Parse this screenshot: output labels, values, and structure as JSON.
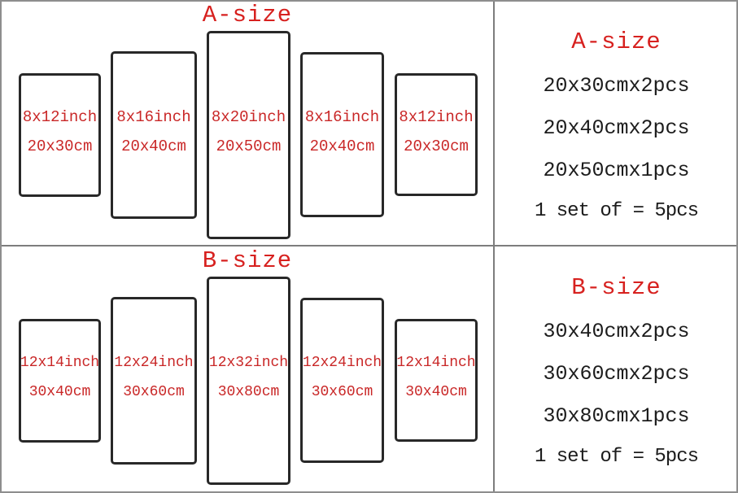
{
  "colors": {
    "title_red": "#d7211f",
    "panel_text_red": "#c92727",
    "summary_text_black": "#1c1c1c",
    "panel_border": "#282828",
    "divider_gray": "#7d7d7d",
    "outer_border_gray": "#8e8e8e"
  },
  "sections": [
    {
      "title": "A-size",
      "panels": [
        {
          "inch": "8x12inch",
          "cm": "20x30cm"
        },
        {
          "inch": "8x16inch",
          "cm": "20x40cm"
        },
        {
          "inch": "8x20inch",
          "cm": "20x50cm"
        },
        {
          "inch": "8x16inch",
          "cm": "20x40cm"
        },
        {
          "inch": "8x12inch",
          "cm": "20x30cm"
        }
      ],
      "summary": {
        "title": "A-size",
        "lines": [
          "20x30cmx2pcs",
          "20x40cmx2pcs",
          "20x50cmx1pcs"
        ],
        "total": "1 set of = 5pcs"
      }
    },
    {
      "title": "B-size",
      "panels": [
        {
          "inch": "12x14inch",
          "cm": "30x40cm"
        },
        {
          "inch": "12x24inch",
          "cm": "30x60cm"
        },
        {
          "inch": "12x32inch",
          "cm": "30x80cm"
        },
        {
          "inch": "12x24inch",
          "cm": "30x60cm"
        },
        {
          "inch": "12x14inch",
          "cm": "30x40cm"
        }
      ],
      "summary": {
        "title": "B-size",
        "lines": [
          "30x40cmx2pcs",
          "30x60cmx2pcs",
          "30x80cmx1pcs"
        ],
        "total": "1 set of = 5pcs"
      }
    }
  ]
}
